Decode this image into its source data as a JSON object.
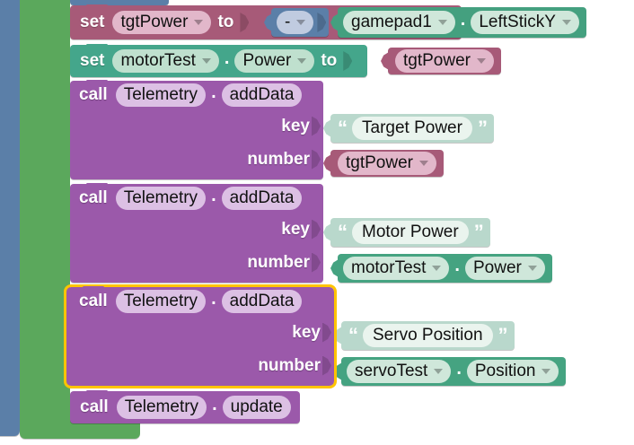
{
  "app": {
    "kind": "blockly-visual-programming-editor",
    "background": "#ffffff"
  },
  "colors": {
    "control_green": "#5BA85C",
    "opmode_blue": "#5B7FA8",
    "variable_magenta": "#A75A78",
    "hardware_seagreen": "#44A68B",
    "telemetry_purple": "#9B59AA",
    "gamepad_green": "#44A07F",
    "text_block": "#B9D8CC",
    "selection_highlight": "#FFC400"
  },
  "blocks": {
    "set_variable": {
      "keyword": "set",
      "variable": "tgtPower",
      "to_label": "to",
      "negate_operator": "-"
    },
    "gamepad_getter": {
      "device": "gamepad1",
      "separator": ".",
      "property": "LeftStickY"
    },
    "set_property": {
      "keyword": "set",
      "device": "motorTest",
      "separator": ".",
      "property": "Power",
      "to_label": "to",
      "value_variable": "tgtPower"
    },
    "telemetry_1": {
      "keyword": "call",
      "object": "Telemetry",
      "separator": ".",
      "method": "addData",
      "arg_key_label": "key",
      "arg_number_label": "number",
      "key_text": "Target Power",
      "number_variable": "tgtPower",
      "selected": false
    },
    "telemetry_2": {
      "keyword": "call",
      "object": "Telemetry",
      "separator": ".",
      "method": "addData",
      "arg_key_label": "key",
      "arg_number_label": "number",
      "key_text": "Motor Power",
      "number_device": "motorTest",
      "number_separator": ".",
      "number_property": "Power",
      "selected": false
    },
    "telemetry_3": {
      "keyword": "call",
      "object": "Telemetry",
      "separator": ".",
      "method": "addData",
      "arg_key_label": "key",
      "arg_number_label": "number",
      "key_text": "Servo Position",
      "number_device": "servoTest",
      "number_separator": ".",
      "number_property": "Position",
      "selected": true
    },
    "telemetry_update": {
      "keyword": "call",
      "object": "Telemetry",
      "separator": ".",
      "method": "update",
      "selected": false
    }
  },
  "icons": {
    "dropdown": "chevron-down-icon",
    "quote_open": "quote-open-icon",
    "quote_close": "quote-close-icon"
  }
}
